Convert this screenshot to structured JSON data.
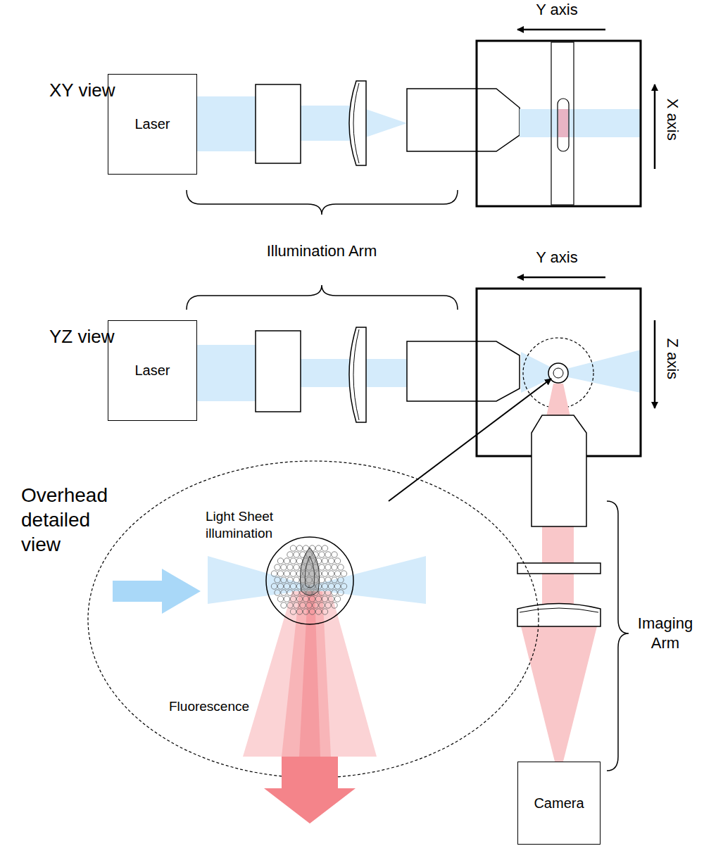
{
  "diagram": {
    "nodes": [
      {
        "text": [
          "Laser"
        ]
      },
      {
        "text": [
          "Laser"
        ]
      },
      {
        "text": [
          "Camera"
        ]
      }
    ],
    "labels": [
      "XY view",
      "Y axis",
      "X axis",
      "Illumination Arm",
      "YZ view",
      "Y axis",
      "Z axis",
      "Overhead detailed view",
      "Light Sheet illumination",
      "Fluorescence",
      "Imaging Arm"
    ]
  }
}
